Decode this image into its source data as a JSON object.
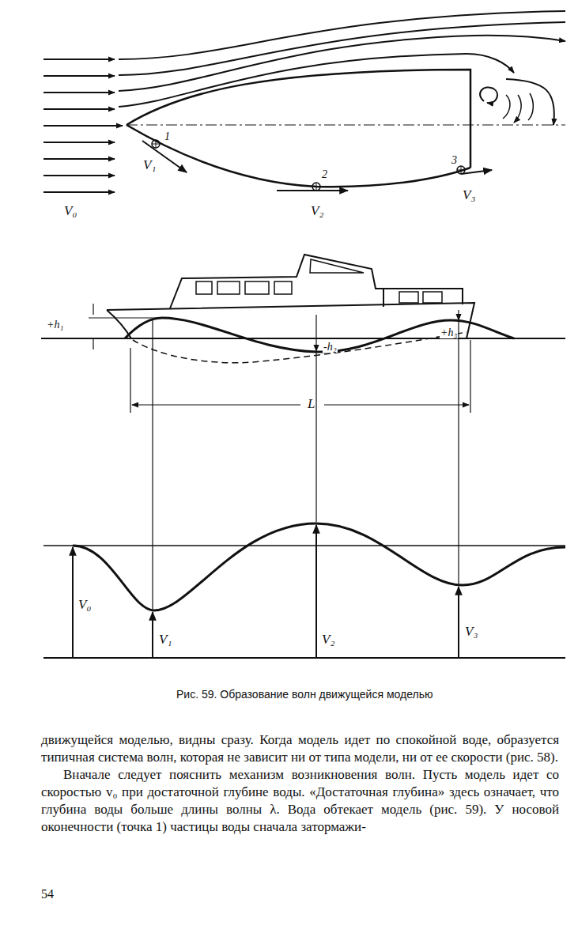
{
  "diagram": {
    "caption": "Рис. 59. Образование волн движущейся моделью",
    "labels": [
      "V₀",
      "1",
      "V₁",
      "2",
      "V₂",
      "3",
      "V₃",
      "+h₁",
      "-h₂",
      "+h₃",
      "L",
      "V₀",
      "V₁",
      "V₂",
      "V₃",
      "движущейся моделью, видны сразу. Когда модель идет по спокойной воде, образуется типичная система волн, которая не зависит ни от типа модели, ни от ее скорости (рис. 58).",
      "Вначале следует пояснить механизм возникновения волн. Пусть модель идет со скоростью v₀ при достаточной глубине воды. «Достаточная глубина» здесь означает, что глубина воды больше длины волны λ. Вода обтекает модель (рис. 59). У носовой оконечности (точка 1) частицы воды сначала затормажи-",
      "54"
    ]
  }
}
